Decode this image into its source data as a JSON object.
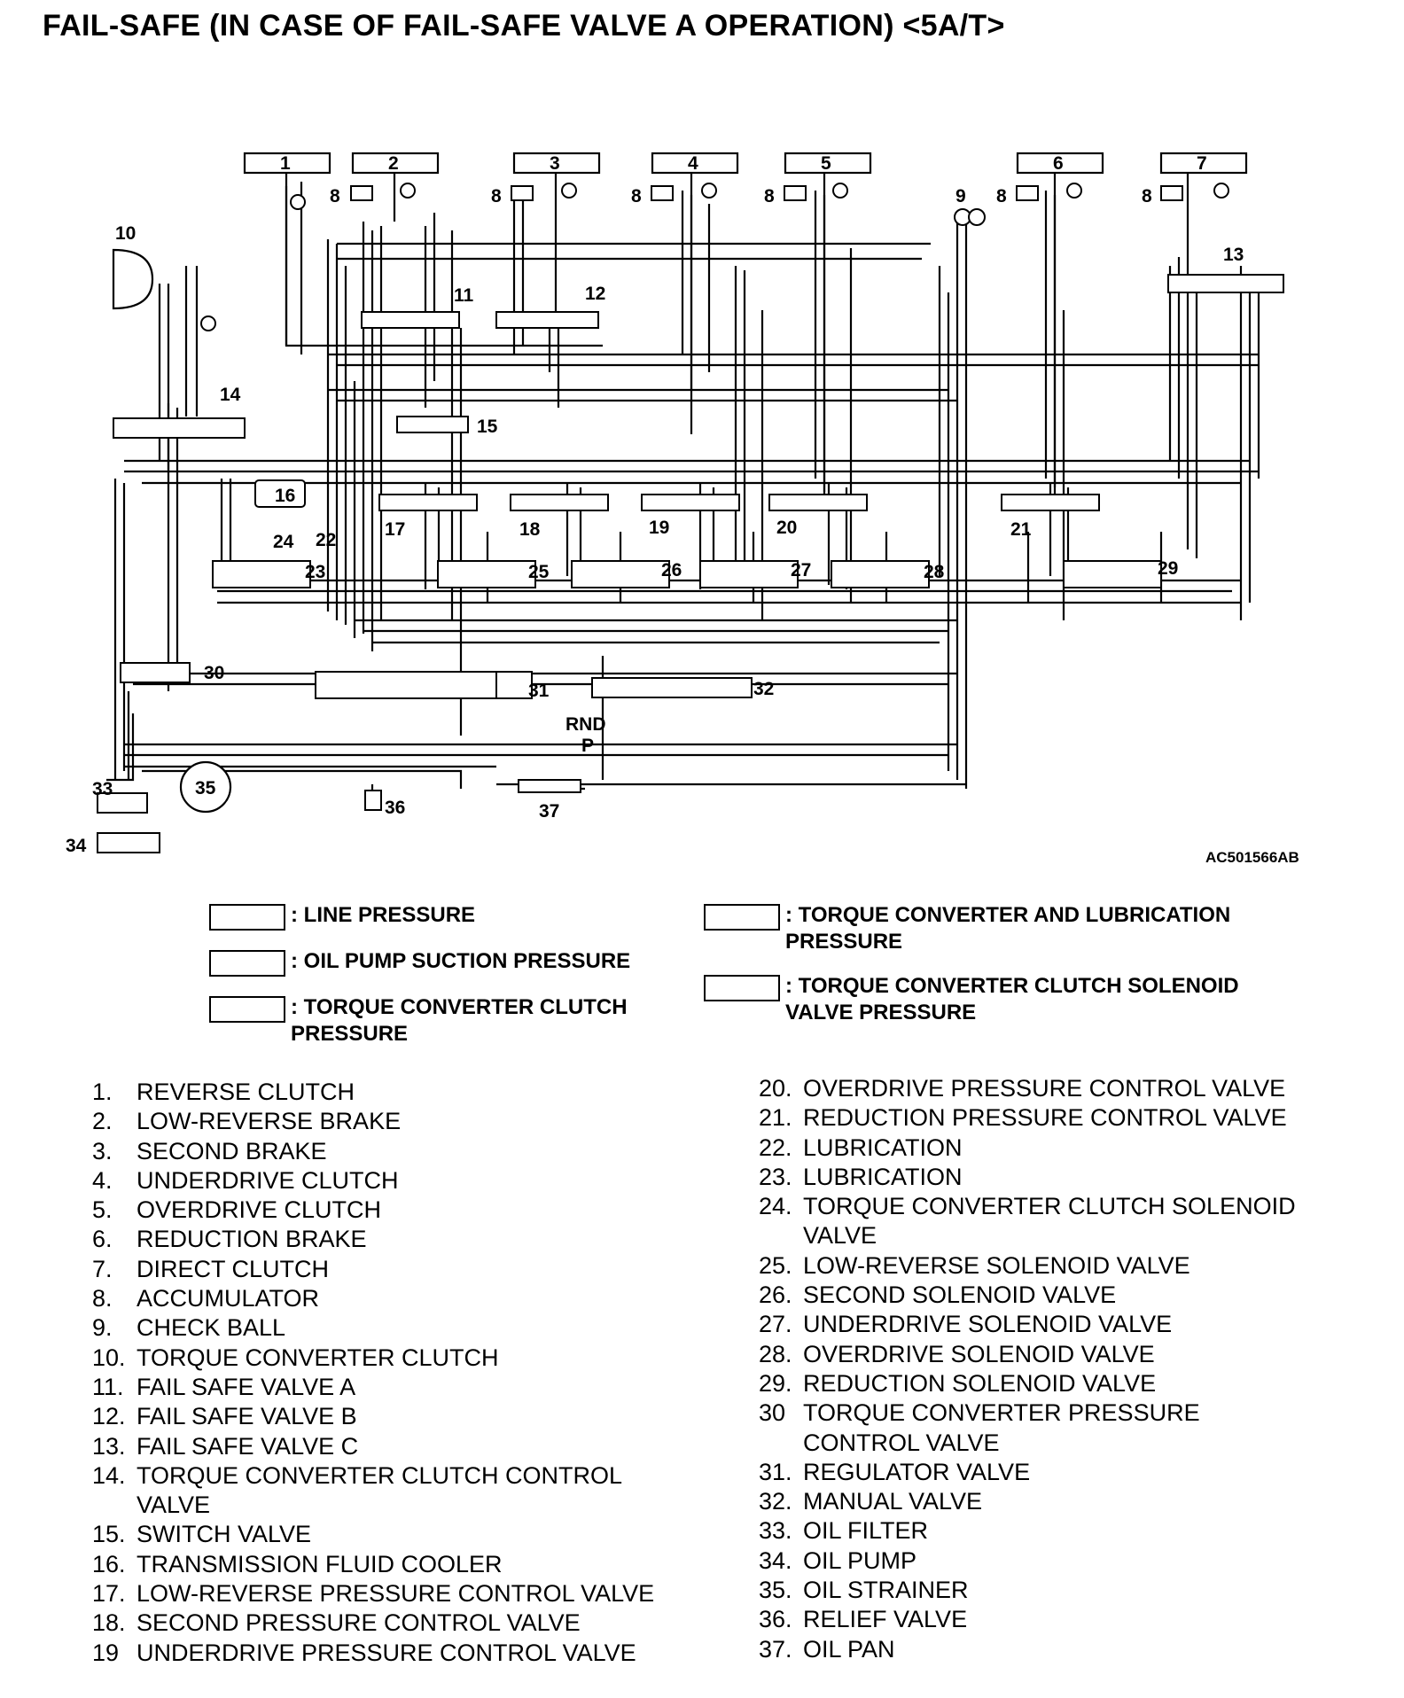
{
  "title": "FAIL-SAFE (IN CASE OF FAIL-SAFE VALVE A OPERATION) <5A/T>",
  "figure_code": "AC501566AB",
  "diagram": {
    "port_labels": [
      "1",
      "2",
      "3",
      "4",
      "5",
      "6",
      "7"
    ],
    "accumulator_label": "8",
    "component_labels": {
      "n9": "9",
      "n10": "10",
      "n11": "11",
      "n12": "12",
      "n13": "13",
      "n14": "14",
      "n15": "15",
      "n16": "16",
      "n17": "17",
      "n18": "18",
      "n19": "19",
      "n20": "20",
      "n21": "21",
      "n22": "22",
      "n23": "23",
      "n24": "24",
      "n25": "25",
      "n26": "26",
      "n27": "27",
      "n28": "28",
      "n29": "29",
      "n30": "30",
      "n31": "31",
      "n32": "32",
      "n33": "33",
      "n34": "34",
      "n35": "35",
      "n36": "36",
      "n37": "37"
    },
    "manual_positions_1": "RND",
    "manual_positions_2": "P"
  },
  "legend": {
    "line_pressure": ": LINE PRESSURE",
    "suction_pressure": ": OIL PUMP SUCTION PRESSURE",
    "tcc_pressure": ": TORQUE CONVERTER CLUTCH\nPRESSURE",
    "tc_lub_pressure": ": TORQUE CONVERTER AND LUBRICATION\nPRESSURE",
    "tcc_solenoid_pressure": ": TORQUE CONVERTER CLUTCH SOLENOID\nVALVE PRESSURE"
  },
  "parts_left": [
    {
      "num": "1.",
      "name": "REVERSE CLUTCH"
    },
    {
      "num": "2.",
      "name": "LOW-REVERSE BRAKE"
    },
    {
      "num": "3.",
      "name": "SECOND BRAKE"
    },
    {
      "num": "4.",
      "name": "UNDERDRIVE CLUTCH"
    },
    {
      "num": "5.",
      "name": "OVERDRIVE CLUTCH"
    },
    {
      "num": "6.",
      "name": "REDUCTION BRAKE"
    },
    {
      "num": "7.",
      "name": "DIRECT CLUTCH"
    },
    {
      "num": "8.",
      "name": "ACCUMULATOR"
    },
    {
      "num": "9.",
      "name": "CHECK BALL"
    },
    {
      "num": "10.",
      "name": "TORQUE CONVERTER CLUTCH"
    },
    {
      "num": "11.",
      "name": "FAIL SAFE VALVE A"
    },
    {
      "num": "12.",
      "name": "FAIL SAFE VALVE B"
    },
    {
      "num": "13.",
      "name": "FAIL SAFE VALVE C"
    },
    {
      "num": "14.",
      "name": "TORQUE CONVERTER CLUTCH CONTROL\nVALVE"
    },
    {
      "num": "15.",
      "name": "SWITCH VALVE"
    },
    {
      "num": "16.",
      "name": "TRANSMISSION FLUID COOLER"
    },
    {
      "num": "17.",
      "name": "LOW-REVERSE PRESSURE CONTROL VALVE"
    },
    {
      "num": "18.",
      "name": "SECOND PRESSURE CONTROL VALVE"
    },
    {
      "num": "19",
      "name": "UNDERDRIVE PRESSURE CONTROL VALVE"
    }
  ],
  "parts_right": [
    {
      "num": "20.",
      "name": "OVERDRIVE PRESSURE CONTROL VALVE"
    },
    {
      "num": "21.",
      "name": "REDUCTION PRESSURE CONTROL VALVE"
    },
    {
      "num": "22.",
      "name": "LUBRICATION"
    },
    {
      "num": "23.",
      "name": "LUBRICATION"
    },
    {
      "num": "24.",
      "name": "TORQUE CONVERTER CLUTCH SOLENOID\nVALVE"
    },
    {
      "num": "25.",
      "name": "LOW-REVERSE SOLENOID VALVE"
    },
    {
      "num": "26.",
      "name": "SECOND SOLENOID VALVE"
    },
    {
      "num": "27.",
      "name": "UNDERDRIVE SOLENOID VALVE"
    },
    {
      "num": "28.",
      "name": "OVERDRIVE SOLENOID VALVE"
    },
    {
      "num": "29.",
      "name": "REDUCTION SOLENOID VALVE"
    },
    {
      "num": "30",
      "name": "TORQUE CONVERTER PRESSURE\nCONTROL VALVE"
    },
    {
      "num": "31.",
      "name": "REGULATOR VALVE"
    },
    {
      "num": "32.",
      "name": "MANUAL VALVE"
    },
    {
      "num": "33.",
      "name": "OIL FILTER"
    },
    {
      "num": "34.",
      "name": "OIL PUMP"
    },
    {
      "num": "35.",
      "name": "OIL STRAINER"
    },
    {
      "num": "36.",
      "name": "RELIEF VALVE"
    },
    {
      "num": "37.",
      "name": "OIL PAN"
    }
  ]
}
